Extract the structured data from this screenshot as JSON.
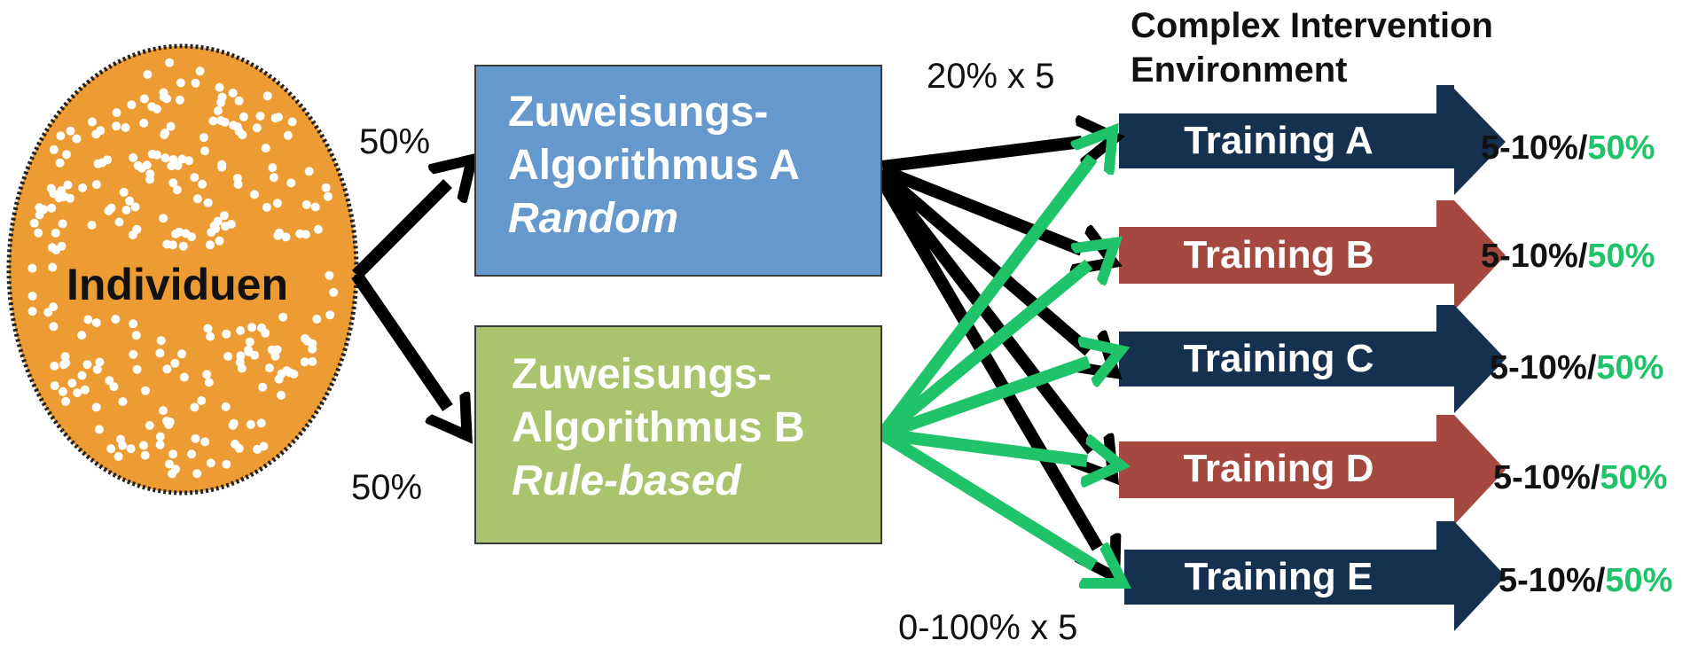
{
  "population": {
    "label": "Individuen"
  },
  "split": {
    "upper": "50%",
    "lower": "50%"
  },
  "algorithm_a": {
    "line1": "Zuweisungs-",
    "line2": "Algorithmus A",
    "line3": "Random"
  },
  "algorithm_b": {
    "line1": "Zuweisungs-",
    "line2": "Algorithmus B",
    "line3": "Rule-based"
  },
  "flows": {
    "random": "20% x 5",
    "rule_based": "0-100% x 5"
  },
  "environment": {
    "title_line1": "Complex Intervention",
    "title_line2": "Environment"
  },
  "trainings": [
    {
      "label": "Training A",
      "rate_black": "5-10%/",
      "rate_green": "50%",
      "color": "#16304f"
    },
    {
      "label": "Training B",
      "rate_black": "5-10%/",
      "rate_green": "50%",
      "color": "#a5483f"
    },
    {
      "label": "Training C",
      "rate_black": "5-10%/",
      "rate_green": "50%",
      "color": "#16304f"
    },
    {
      "label": "Training D",
      "rate_black": "5-10%/",
      "rate_green": "50%",
      "color": "#a5483f"
    },
    {
      "label": "Training E",
      "rate_black": "5-10%/",
      "rate_green": "50%",
      "color": "#16304f"
    }
  ],
  "colors": {
    "population_fill": "#ed9b33",
    "algorithm_a_fill": "#6598cc",
    "algorithm_b_fill": "#a9c46c",
    "arrow_black": "#000000",
    "arrow_green": "#1fc46a",
    "rate_green": "#1fc46a"
  }
}
